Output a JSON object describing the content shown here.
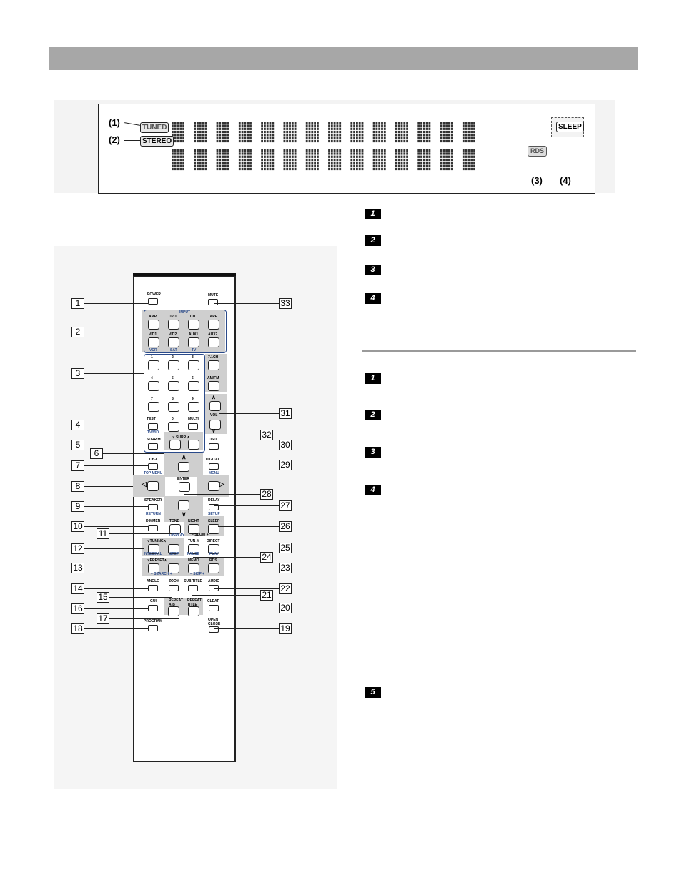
{
  "display": {
    "indicator_numbers": [
      "(1)",
      "(2)",
      "(3)",
      "(4)"
    ],
    "indicators": {
      "tuned": "TUNED",
      "stereo": "STEREO",
      "sleep": "SLEEP",
      "rds": "RDS"
    },
    "matrix_characters": 14
  },
  "steps_top": [
    "1",
    "2",
    "3",
    "4"
  ],
  "steps_bottom": [
    "1",
    "2",
    "3",
    "4",
    "5"
  ],
  "remote": {
    "labels": {
      "power": "POWER",
      "mute": "MUTE",
      "input": "INPUT",
      "amp": "AMP",
      "dvd": "DVD",
      "cd": "CD",
      "tape": "TAPE",
      "vid1": "VID1",
      "vid2": "VID2",
      "aux1": "AUX1",
      "aux2": "AUX2",
      "vcr": "VCR",
      "sat": "SAT",
      "tv": "TV",
      "n1": "1",
      "n2": "2",
      "n3": "3",
      "n4": "4",
      "n5": "5",
      "n6": "6",
      "n7": "7",
      "n8": "8",
      "n9": "9",
      "n0": "0",
      "ch71": "7.1CH",
      "amfm": "AM/FM",
      "test": "TEST",
      "tvvid": "TV/VID",
      "multi": "MULTI",
      "vol": "VOL",
      "surr_mode": "SURR.M",
      "surr": "∨ SURR ∧",
      "osd": "OSD",
      "ch_l": "CH-L",
      "top_menu": "TOP MENU",
      "digital": "DIGITAL",
      "menu": "MENU",
      "enter": "ENTER",
      "speaker": "SPEAKER",
      "return": "RETURN",
      "delay": "DELAY",
      "setup": "SETUP",
      "dimmer": "DIMMER",
      "tone": "TONE",
      "display": "DISPLAY",
      "night": "NIGHT",
      "sleep": "SLEEP",
      "slow": "− SLOW +",
      "tuning": "∨TUNING∧",
      "ntsc_pal": "NTSC/PAL",
      "stop": "STOP",
      "tun_m": "TUN-M",
      "pause": "PAUSE",
      "direct": "DIRECT",
      "play": "PLAY",
      "preset": "∨PRESET∧",
      "search": "− SEARCH +",
      "memo": "MEMO",
      "rds": "RDS",
      "skip": "−  SKIP  +",
      "angle": "ANGLE",
      "zoom": "ZOOM",
      "subtitle": "SUB TITLE",
      "audio": "AUDIO",
      "gui": "GUI",
      "repeat_ab": "REPEAT A-B",
      "repeat_title": "REPEAT TITLE",
      "clear": "CLEAR",
      "program": "PROGRAM",
      "open_close": "OPEN CLOSE"
    },
    "callouts_left": [
      "1",
      "2",
      "3",
      "4",
      "5",
      "6",
      "7",
      "8",
      "9",
      "10",
      "11",
      "12",
      "13",
      "14",
      "15",
      "16",
      "17",
      "18"
    ],
    "callouts_right": [
      "33",
      "31",
      "32",
      "30",
      "29",
      "28",
      "27",
      "26",
      "25",
      "24",
      "23",
      "22",
      "21",
      "20",
      "19"
    ]
  }
}
